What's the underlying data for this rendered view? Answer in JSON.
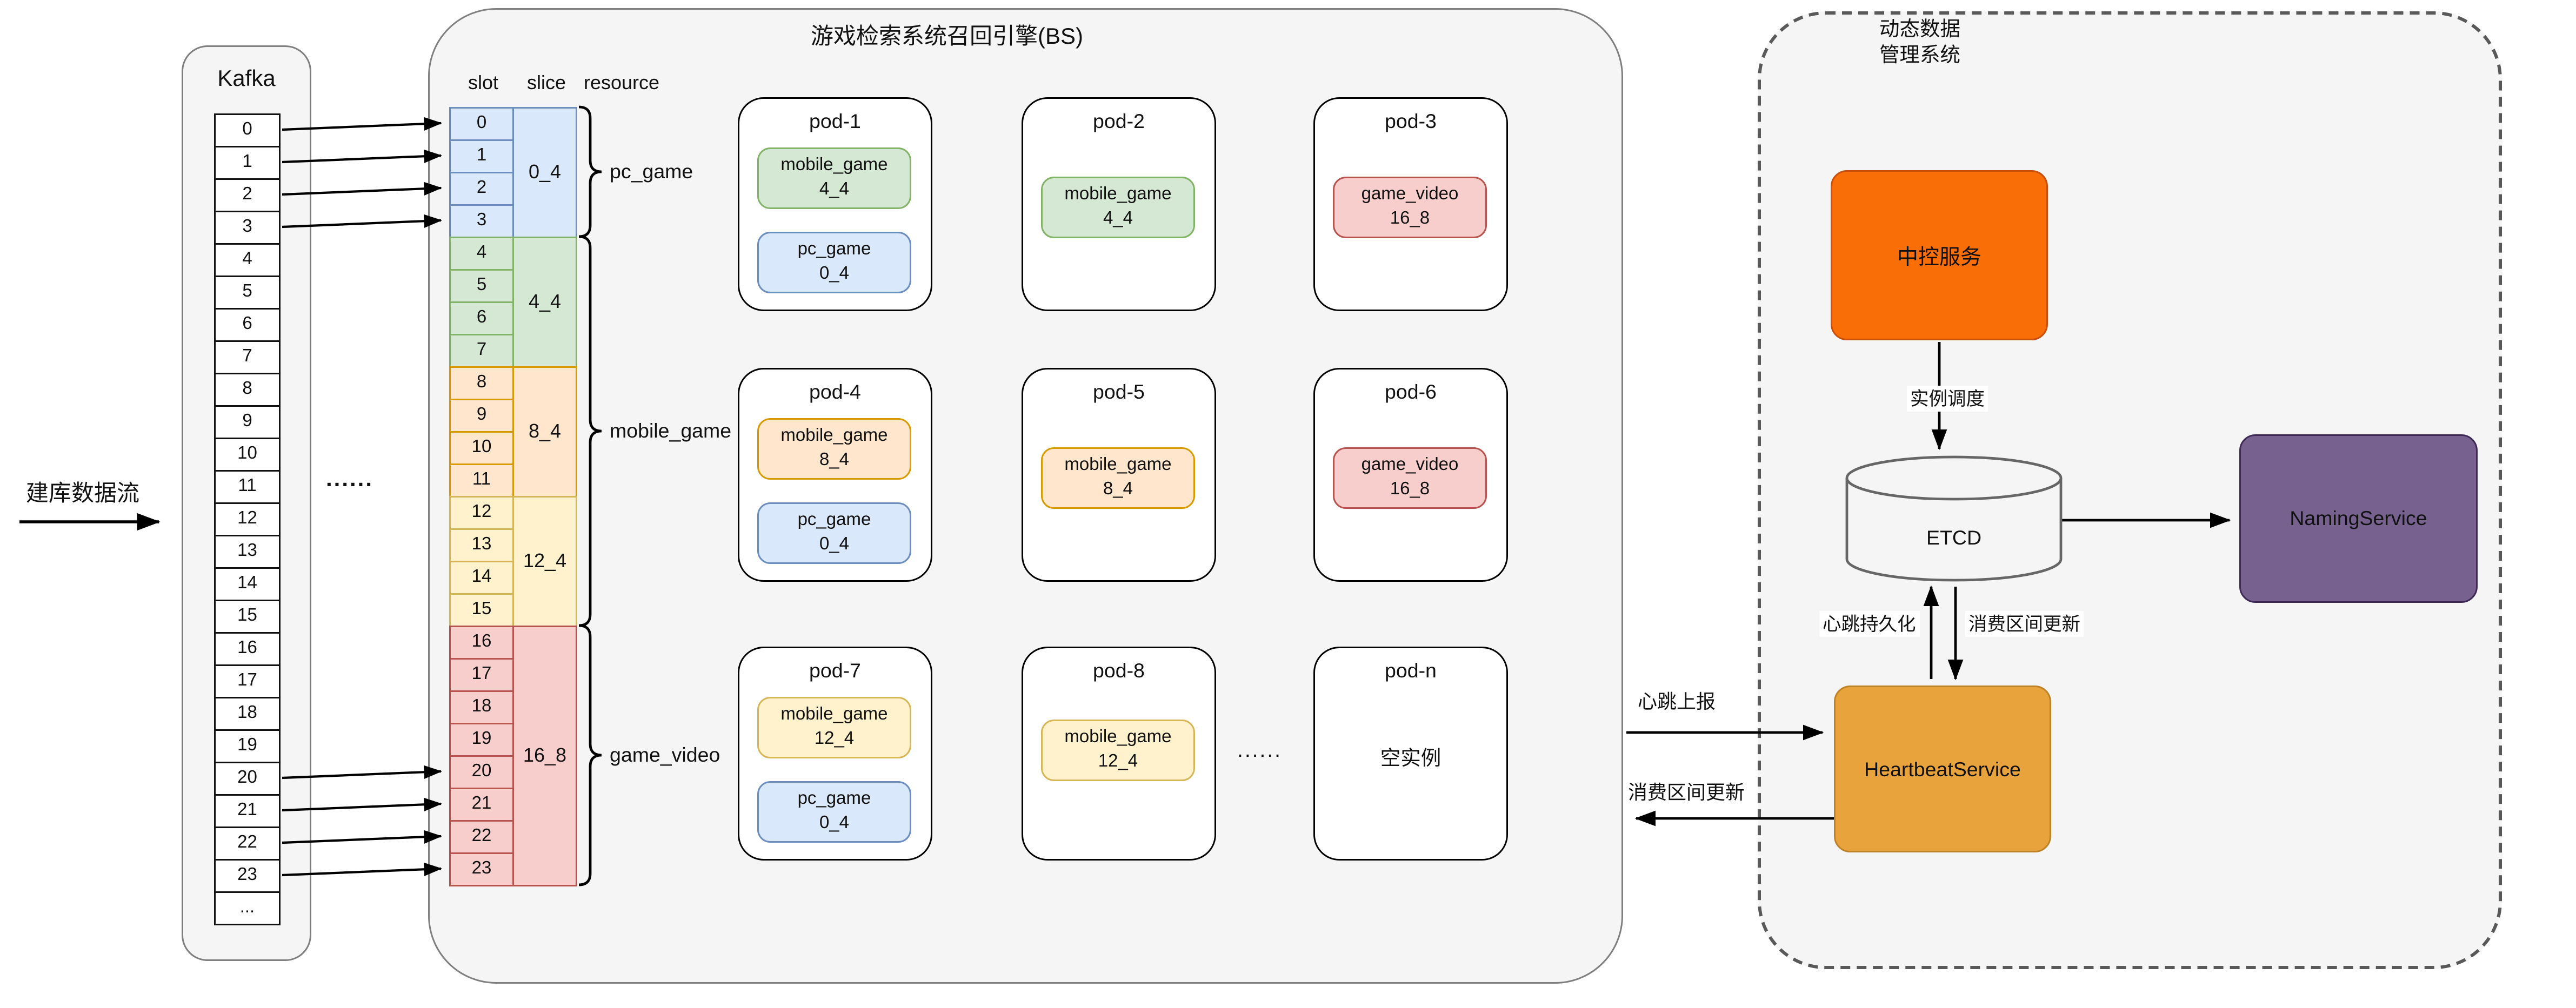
{
  "flow": {
    "label": "建库数据流"
  },
  "kafka": {
    "title": "Kafka",
    "slots": [
      "0",
      "1",
      "2",
      "3",
      "4",
      "5",
      "6",
      "7",
      "8",
      "9",
      "10",
      "11",
      "12",
      "13",
      "14",
      "15",
      "16",
      "17",
      "18",
      "19",
      "20",
      "21",
      "22",
      "23",
      "..."
    ]
  },
  "link_ellipsis": "......",
  "bs": {
    "title": "游戏检索系统召回引擎(BS)",
    "table": {
      "headers": {
        "slot": "slot",
        "slice": "slice",
        "resource": "resource"
      },
      "slot_labels": [
        "0",
        "1",
        "2",
        "3",
        "4",
        "5",
        "6",
        "7",
        "8",
        "9",
        "10",
        "11",
        "12",
        "13",
        "14",
        "15",
        "16",
        "17",
        "18",
        "19",
        "20",
        "21",
        "22",
        "23"
      ],
      "slices": [
        {
          "label": "0_4",
          "fill": "#dae8fc",
          "border": "#6c8ebf"
        },
        {
          "label": "4_4",
          "fill": "#d5e8d4",
          "border": "#82b366"
        },
        {
          "label": "8_4",
          "fill": "#ffe6cc",
          "border": "#d79b00"
        },
        {
          "label": "12_4",
          "fill": "#fff2cc",
          "border": "#d6b656"
        },
        {
          "label": "16_8",
          "fill": "#f8cecc",
          "border": "#b85450"
        }
      ],
      "resources": [
        {
          "label": "pc_game"
        },
        {
          "label": "mobile_game"
        },
        {
          "label": "game_video"
        }
      ]
    },
    "pods": [
      {
        "name": "pod-1",
        "chips": [
          {
            "label": "mobile_game",
            "slice": "4_4"
          },
          {
            "label": "pc_game",
            "slice": "0_4"
          }
        ]
      },
      {
        "name": "pod-2",
        "chips": [
          {
            "label": "mobile_game",
            "slice": "4_4"
          }
        ]
      },
      {
        "name": "pod-3",
        "chips": [
          {
            "label": "game_video",
            "slice": "16_8"
          }
        ]
      },
      {
        "name": "pod-4",
        "chips": [
          {
            "label": "mobile_game",
            "slice": "8_4"
          },
          {
            "label": "pc_game",
            "slice": "0_4"
          }
        ]
      },
      {
        "name": "pod-5",
        "chips": [
          {
            "label": "mobile_game",
            "slice": "8_4"
          }
        ]
      },
      {
        "name": "pod-6",
        "chips": [
          {
            "label": "game_video",
            "slice": "16_8"
          }
        ]
      },
      {
        "name": "pod-7",
        "chips": [
          {
            "label": "mobile_game",
            "slice": "12_4"
          },
          {
            "label": "pc_game",
            "slice": "0_4"
          }
        ]
      },
      {
        "name": "pod-8",
        "chips": [
          {
            "label": "mobile_game",
            "slice": "12_4"
          }
        ]
      },
      {
        "name": "pod-n",
        "empty_label": "空实例"
      }
    ],
    "pods_ellipsis": "......"
  },
  "links": {
    "heartbeat_report": "心跳上报",
    "consume_range_update": "消费区间更新"
  },
  "dynamic": {
    "title_line1": "动态数据",
    "title_line2": "管理系统",
    "central_service": {
      "label": "中控服务",
      "fill": "#f96e07",
      "border": "#c94f0c"
    },
    "etcd": {
      "label": "ETCD"
    },
    "naming_service": {
      "label": "NamingService",
      "fill": "#76618f",
      "border": "#3f2a56"
    },
    "heartbeat_service": {
      "label": "HeartbeatService",
      "fill": "#e9a33c",
      "border": "#be8226"
    },
    "labels": {
      "instance_schedule": "实例调度",
      "heartbeat_persist": "心跳持久化",
      "consume_range_update": "消费区间更新"
    }
  }
}
